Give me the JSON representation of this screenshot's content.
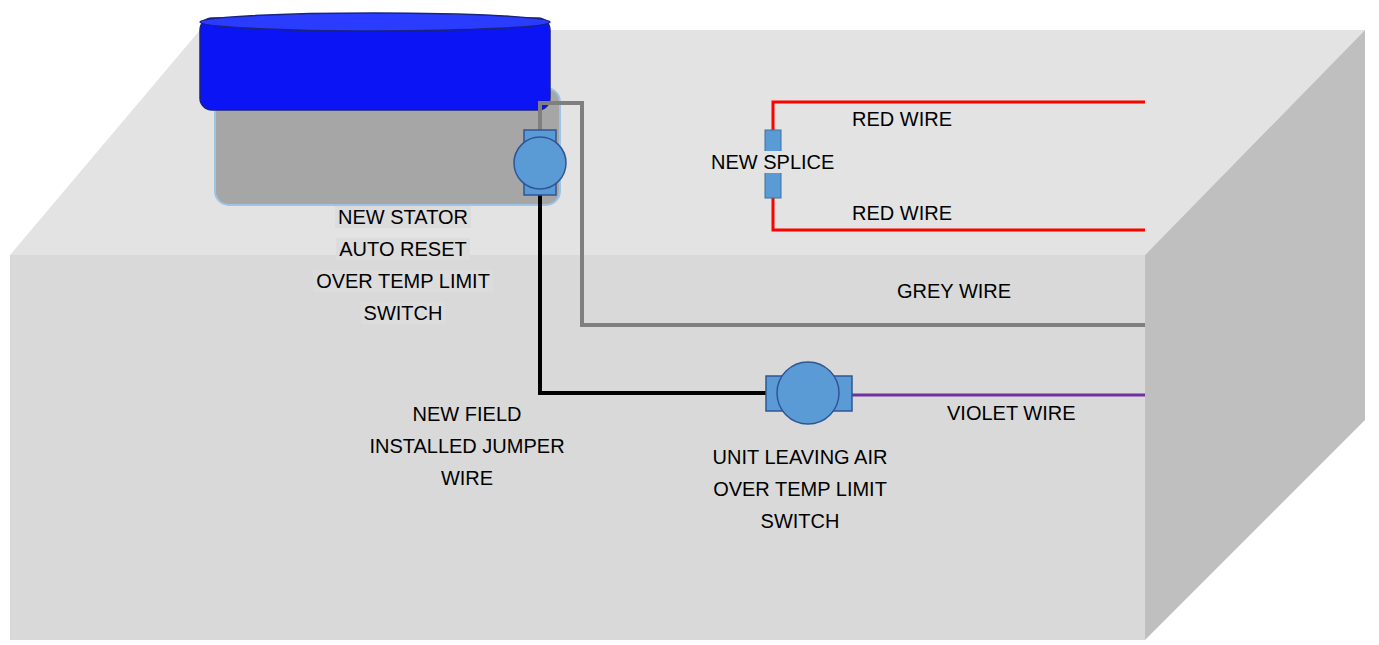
{
  "diagram": {
    "labels": [
      "RED WIRE",
      "NEW SPLICE",
      "RED WIRE",
      "NEW STATOR AUTO RESET OVER TEMP LIMIT SWITCH",
      "GREY WIRE",
      "VIOLET WIRE",
      "NEW FIELD INSTALLED JUMPER WIRE",
      "UNIT LEAVING AIR OVER TEMP LIMIT SWITCH"
    ]
  }
}
